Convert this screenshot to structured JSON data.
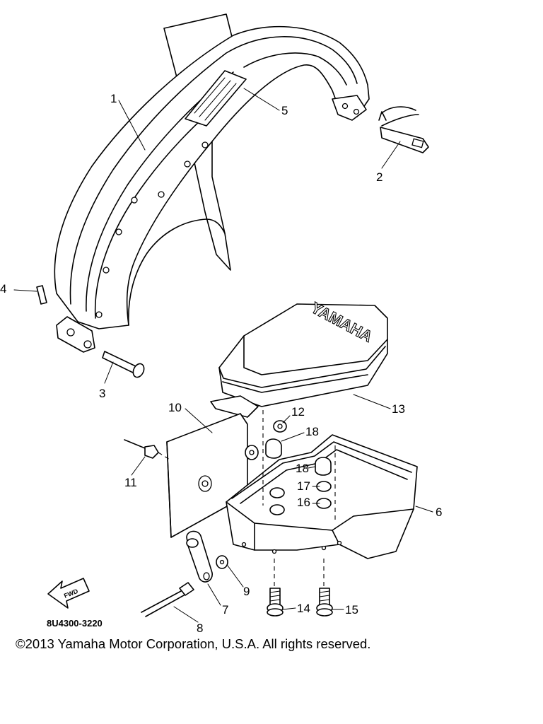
{
  "diagram_code": "8U4300-3220",
  "find_arrow_label": "FWD",
  "brand_logo_text": "YAMAHA",
  "copyright": "©2013 Yamaha Motor Corporation, U.S.A. All rights reserved.",
  "callouts": {
    "c1": "1",
    "c2": "2",
    "c3": "3",
    "c4": "4",
    "c5": "5",
    "c6": "6",
    "c7": "7",
    "c8": "8",
    "c9": "9",
    "c10": "10",
    "c11": "11",
    "c12": "12",
    "c13": "13",
    "c14": "14",
    "c15": "15",
    "c16": "16",
    "c17": "17",
    "c18a": "18",
    "c18b": "18"
  }
}
